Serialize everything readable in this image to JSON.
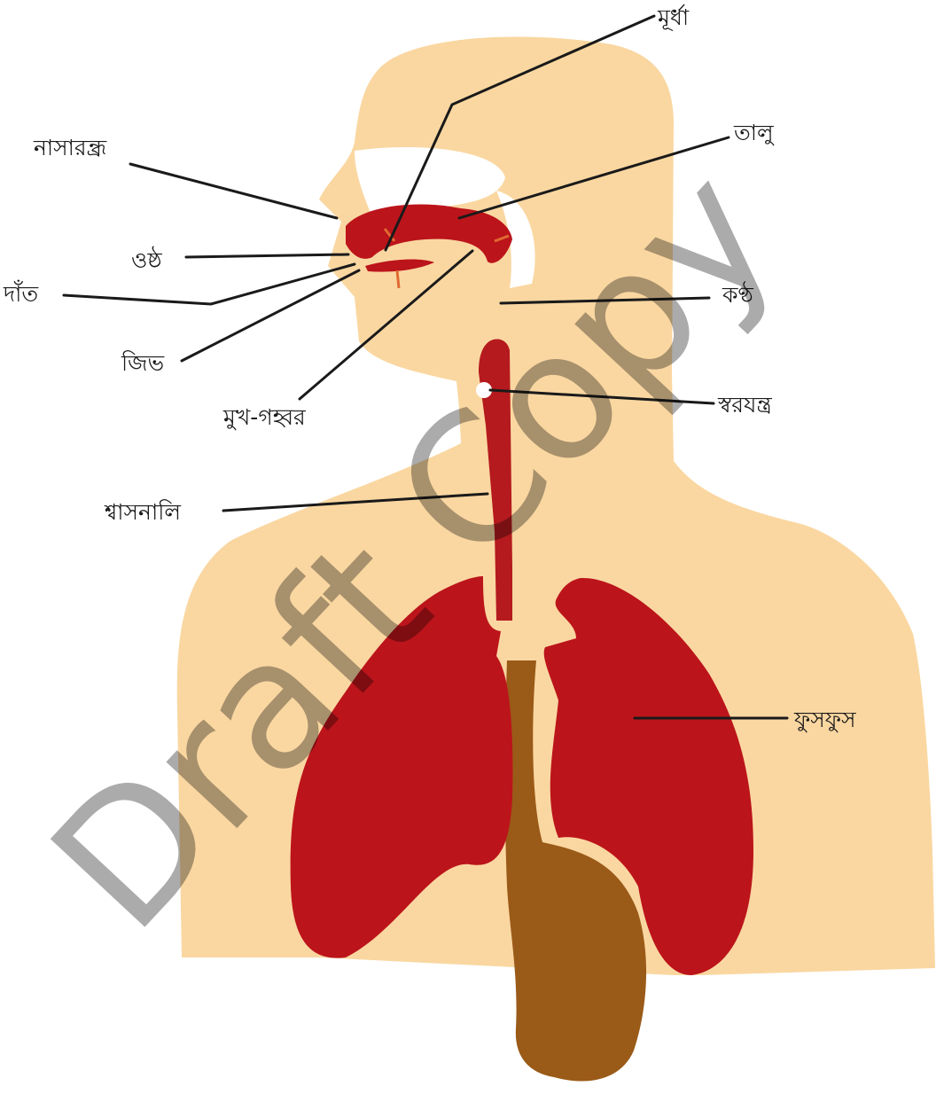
{
  "labels": {
    "murdha": "মূর্ধা",
    "talu": "তালু",
    "nasarandhra": "নাসারন্ধ্র",
    "oshtho": "ওষ্ঠ",
    "dant": "দাঁত",
    "jibh": "জিভ",
    "mukhgahbar": "মুখ-গহ্বর",
    "kantha": "কণ্ঠ",
    "swarayantra": "স্বরযন্ত্র",
    "shwasnali": "শ্বাসনালি",
    "fusfus": "ফুসফুস"
  },
  "watermark": "Draft Copy",
  "colors": {
    "skin": "#fad7a1",
    "lungs": "#bc141b",
    "trachea": "#b51a1e",
    "stomach": "#9a5a18",
    "watermark": "#8a8a8a"
  }
}
